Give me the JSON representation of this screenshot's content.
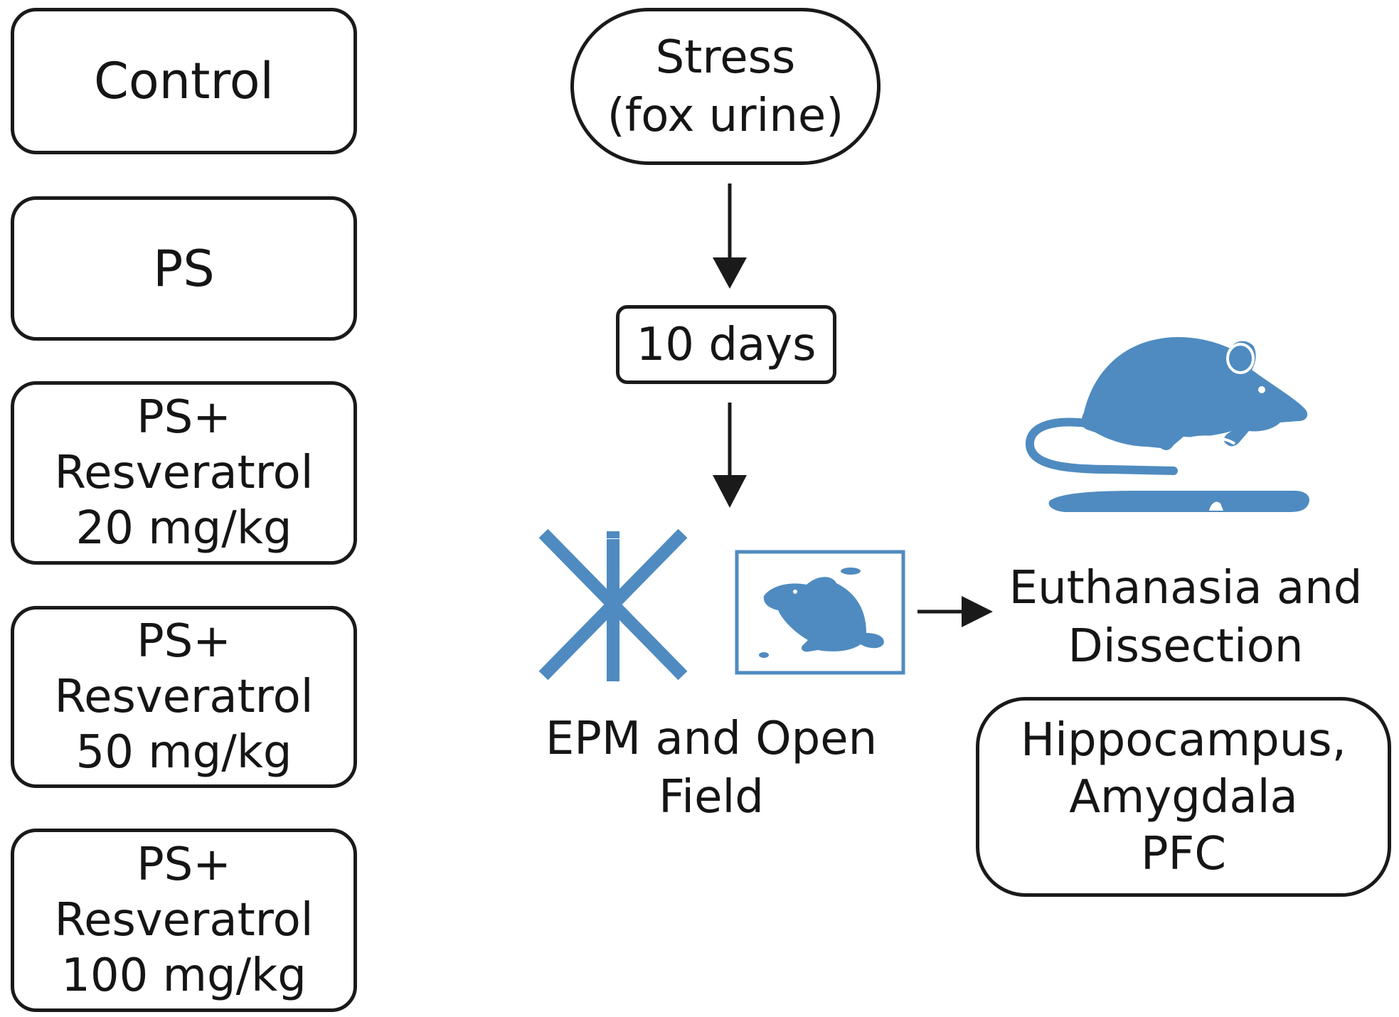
{
  "groups": [
    {
      "label": "Control"
    },
    {
      "label": "PS"
    },
    {
      "label": "PS+\nResveratrol\n20 mg/kg"
    },
    {
      "label": "PS+\nResveratrol\n50 mg/kg"
    },
    {
      "label": "PS+\nResveratrol\n100 mg/kg"
    }
  ],
  "flow": {
    "stress": "Stress\n(fox urine)",
    "duration": "10 days",
    "tests_label": "EPM and Open\nField",
    "endpoint_label": "Euthanasia and\nDissection",
    "regions": "Hippocampus,\nAmygdala\nPFC"
  },
  "icons": {
    "maze": "elevated-plus-maze-icon",
    "open_field": "open-field-mouse-icon",
    "mouse": "mouse-silhouette-icon",
    "knife": "dissection-knife-icon"
  },
  "colors": {
    "accent": "#4f8bc0",
    "stroke": "#1a1a1a"
  }
}
